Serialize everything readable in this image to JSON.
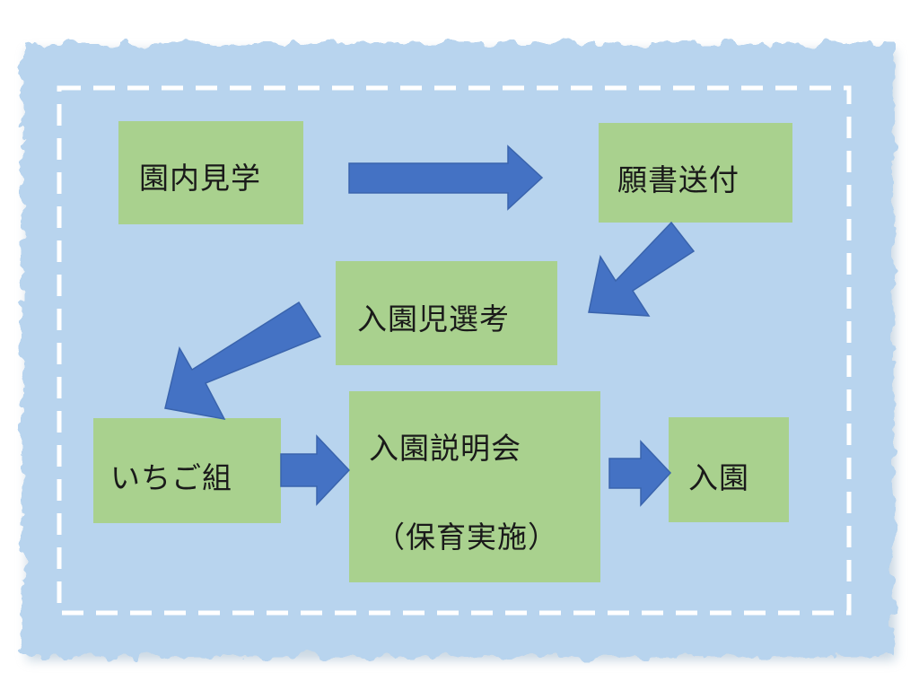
{
  "diagram": {
    "steps": {
      "visit": "園内見学",
      "application": "願書送付",
      "selection": "入園児選考",
      "ichigo": "いちご組",
      "briefing_line1": "入園説明会",
      "briefing_line2": "（保育実施）",
      "admission": "入園"
    },
    "colors": {
      "background_paper": "#b8d4ee",
      "box_fill": "#a9d18e",
      "arrow_fill": "#4472c4",
      "dashed_border": "#ffffff"
    }
  }
}
